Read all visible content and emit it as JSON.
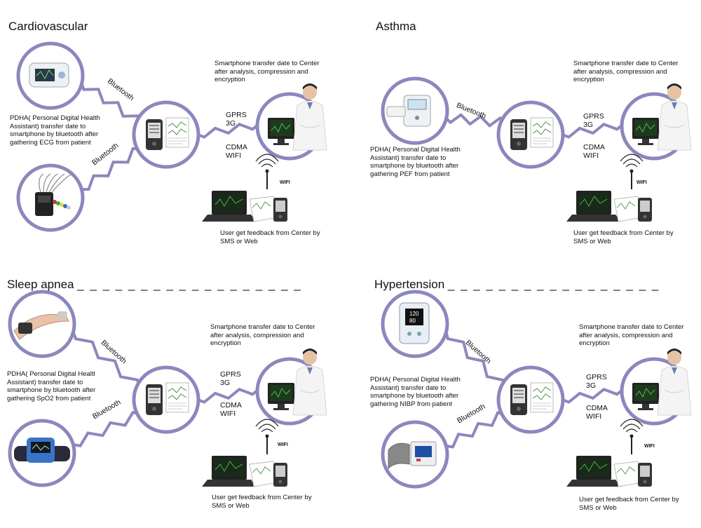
{
  "colors": {
    "accent": "#8c87bd",
    "ring_fill": "#ffffff",
    "screen": "#1c1c1c"
  },
  "panels": [
    {
      "title": "Cardiovascular",
      "title_dash": "",
      "transfer_text": "Smartphone transfer date to Center\nafter analysis, compression and\nencryption",
      "pdha_text": "PDHA( Personal Digital Health\nAssistant) transfer date to\nsmartphone by bluetooth after\ngathering ECG from patient",
      "bluetooth_top": "Bluetooth",
      "bluetooth_bottom": "Bluetooth",
      "network_text": "GPRS\n3G",
      "network_text2": "CDMA\nWIFI",
      "wifi_label": "WIFI",
      "feedback_text": "User get feedback from Center by\nSMS or Web",
      "device_top_icon": "ecg-monitor-icon",
      "device_bottom_icon": "ecg-electrodes-icon"
    },
    {
      "title": "Asthma",
      "title_dash": "",
      "transfer_text": "Smartphone transfer date to Center\nafter analysis, compression and\nencryption",
      "pdha_text": "PDHA( Personal Digital Health\nAssistant) transfer date to\nsmartphone by bluetooth after\ngathering PEF from patient",
      "bluetooth_top": "Bluetooth",
      "bluetooth_bottom": "",
      "network_text": "GPRS\n3G",
      "network_text2": "CDMA\nWIFI",
      "wifi_label": "WIFI",
      "feedback_text": "User get feedback from Center by\nSMS or Web",
      "device_top_icon": "spirometer-icon",
      "device_bottom_icon": ""
    },
    {
      "title": "Sleep apnea",
      "title_dash": "_ _ _ _ _ _ _ _ _ _ _ _ _ _ _ _ _ _",
      "transfer_text": "Smartphone transfer date to Center\nafter analysis, compression and\nencryption",
      "pdha_text": "PDHA( Personal Digital Healtl\nAssistant) transfer date to\nsmartphone by bluetooth after\ngathering SpO2 from patient",
      "bluetooth_top": "Bluetooth",
      "bluetooth_bottom": "Bluetooth",
      "network_text": "GPRS\n3G",
      "network_text2": "CDMA\nWIFI",
      "wifi_label": "WIFI",
      "feedback_text": "User get feedback from Center by\nSMS or Web",
      "device_top_icon": "wrist-oximeter-icon",
      "device_bottom_icon": "wrist-monitor-icon"
    },
    {
      "title": "Hypertension",
      "title_dash": "_ _ _ _ _ _ _ _ _ _ _ _ _ _ _ _ _",
      "transfer_text": "Smartphone transfer date to Center\nafter analysis, compression and\nencryption",
      "pdha_text": "PDHA( Personal Digital Health\nAssistant) transfer date to\nsmartphone by bluetooth after\ngathering NIBP from patient",
      "bluetooth_top": "Bluetooth",
      "bluetooth_bottom": "Bluetooth",
      "network_text": "GPRS\n3G",
      "network_text2": "CDMA\nWIFI",
      "wifi_label": "WIFI",
      "feedback_text": "User get feedback from Center by\nSMS or Web",
      "device_top_icon": "ambulatory-bp-monitor-icon",
      "device_bottom_icon": "bp-monitor-icon",
      "bp_readings": [
        "120",
        "80"
      ]
    }
  ]
}
